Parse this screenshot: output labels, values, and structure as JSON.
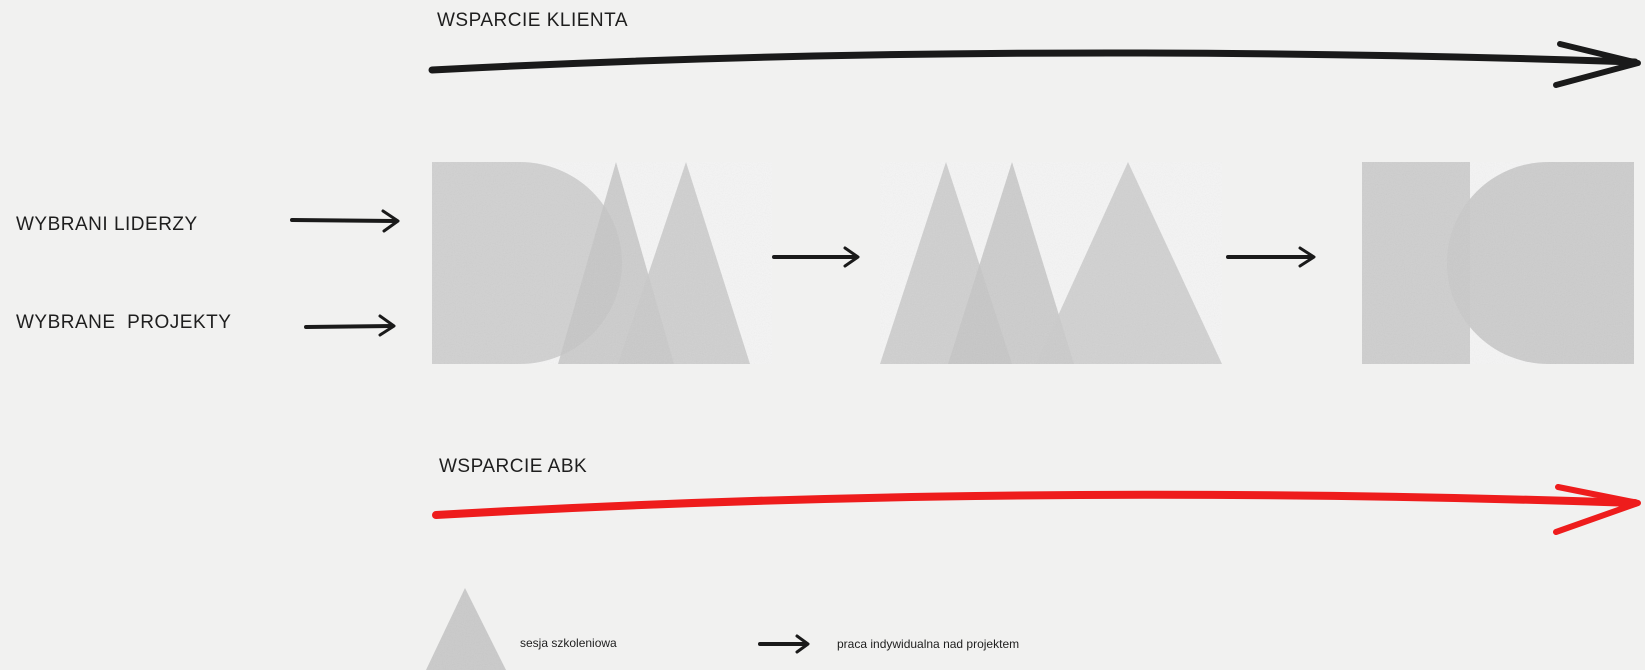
{
  "top_arrow": {
    "label": "WSPARCIE KLIENTA",
    "color": "#1a1a1a"
  },
  "bottom_arrow": {
    "label": "WSPARCIE ABK",
    "color": "#ee1c1c"
  },
  "inputs": [
    {
      "label": "WYBRANI LIDERZY"
    },
    {
      "label": "WYBRANE  PROJEKTY"
    }
  ],
  "shape_color": "#c9c9c9",
  "legend": {
    "session_label": "sesja szkoleniowa",
    "work_label": "praca indywidualna nad projektem"
  }
}
